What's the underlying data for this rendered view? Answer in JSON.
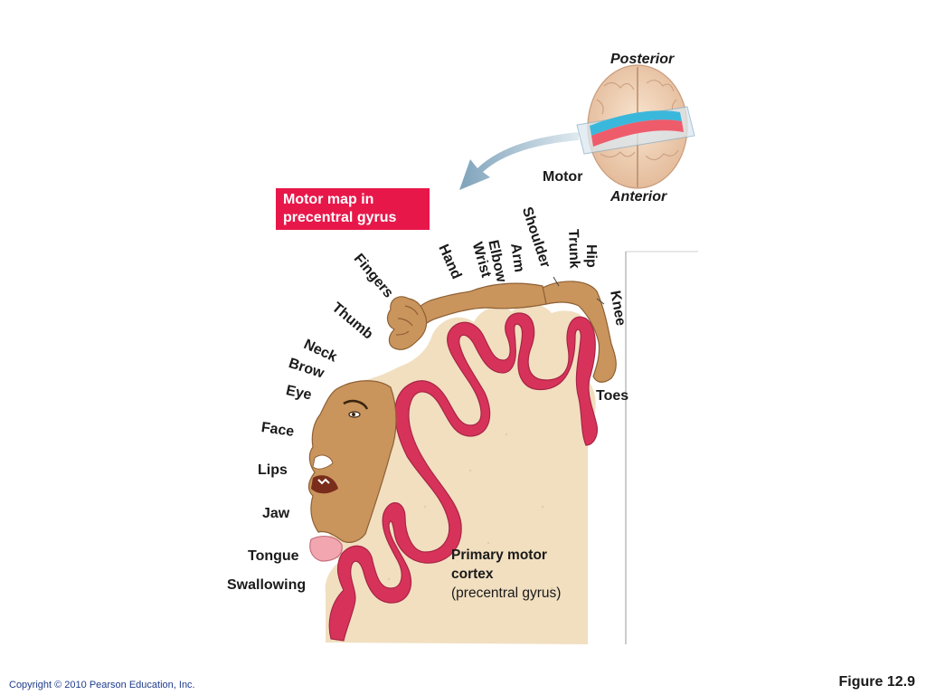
{
  "header": {
    "posterior": "Posterior",
    "motor": "Motor",
    "anterior": "Anterior"
  },
  "badge": {
    "line1": "Motor map in",
    "line2": "precentral gyrus",
    "color": "#e8174a"
  },
  "body_parts": {
    "shoulder": "Shoulder",
    "hip": "Hip",
    "trunk": "Trunk",
    "arm": "Arm",
    "elbow": "Elbow",
    "wrist": "Wrist",
    "hand": "Hand",
    "fingers": "Fingers",
    "knee": "Knee",
    "thumb": "Thumb",
    "neck": "Neck",
    "brow": "Brow",
    "eye": "Eye",
    "toes": "Toes",
    "face": "Face",
    "lips": "Lips",
    "jaw": "Jaw",
    "tongue": "Tongue",
    "swallowing": "Swallowing"
  },
  "cortex_label": {
    "line1": "Primary motor",
    "line2": "cortex",
    "line3": "(precentral gyrus)"
  },
  "footer": {
    "copyright": "Copyright © 2010 Pearson Education, Inc.",
    "figure": "Figure 12.9"
  },
  "colors": {
    "cortex_gray_matter": "#d7335a",
    "white_matter": "#f1dfc0",
    "skin": "#c9955c",
    "brain_top": "#f0d2b4",
    "motor_strip": "#ee5c6b",
    "sensory_strip": "#3ab8dc"
  }
}
